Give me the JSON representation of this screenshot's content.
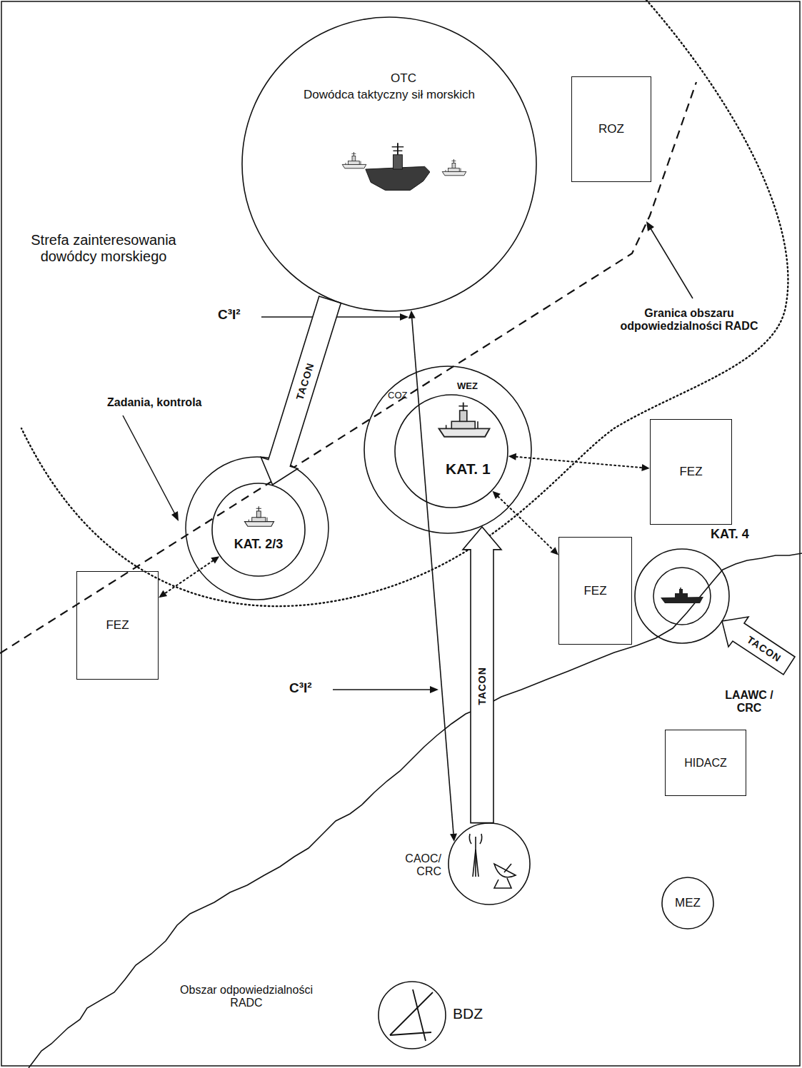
{
  "diagram": {
    "nodes": [
      {
        "text": [
          "OTC",
          "Dowódca taktyczny sił morskich"
        ]
      },
      {
        "text": [
          "ROZ"
        ]
      },
      {
        "text": [
          "COZ"
        ]
      },
      {
        "text": [
          "WEZ",
          "KAT. 1"
        ],
        "in": 2
      },
      {
        "text": [
          "KAT. 2/3"
        ]
      },
      {
        "text": [
          "FEZ"
        ]
      },
      {
        "text": [
          "FEZ"
        ]
      },
      {
        "text": [
          "FEZ"
        ]
      },
      {
        "text": [
          "KAT. 4"
        ]
      },
      {
        "text": [
          "HIDACZ"
        ]
      },
      {
        "text": [
          "CAOC/ CRC"
        ]
      },
      {
        "text": [
          "MEZ"
        ]
      },
      {
        "text": [
          "BDZ"
        ]
      }
    ],
    "edges": [
      {
        "from": 0,
        "to": 10,
        "arrow": "both"
      },
      {
        "from": 0,
        "to": 4,
        "label": "TACON",
        "arrow": "to"
      },
      {
        "from": 10,
        "to": 2,
        "label": "TACON",
        "arrow": "to"
      },
      {
        "from": 3,
        "to": 5,
        "arrow": "both"
      },
      {
        "from": 3,
        "to": 7,
        "arrow": "both"
      },
      {
        "from": 4,
        "to": 6,
        "arrow": "both"
      }
    ],
    "labels": [
      "Strefa zainteresowania dowódcy morskiego",
      "C³I²",
      "Granica obszaru odpowiedzialności RADC",
      "Zadania, kontrola",
      "C³I²",
      "TACON",
      "LAAWC / CRC",
      "Obszar odpowiedzialności RADC"
    ]
  }
}
